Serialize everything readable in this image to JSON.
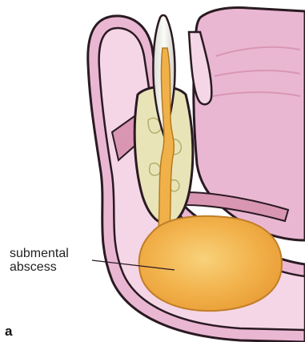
{
  "labels": {
    "abscess_line1": "submental",
    "abscess_line2": "abscess",
    "panel": "a"
  },
  "colors": {
    "tissue_pink": "#eab7d3",
    "tissue_light": "#f5d6e6",
    "outline": "#2a1a22",
    "bone": "#e9e4b8",
    "pus": "#f1b14a",
    "tooth": "#efefea",
    "muscle": "#d996b3"
  }
}
